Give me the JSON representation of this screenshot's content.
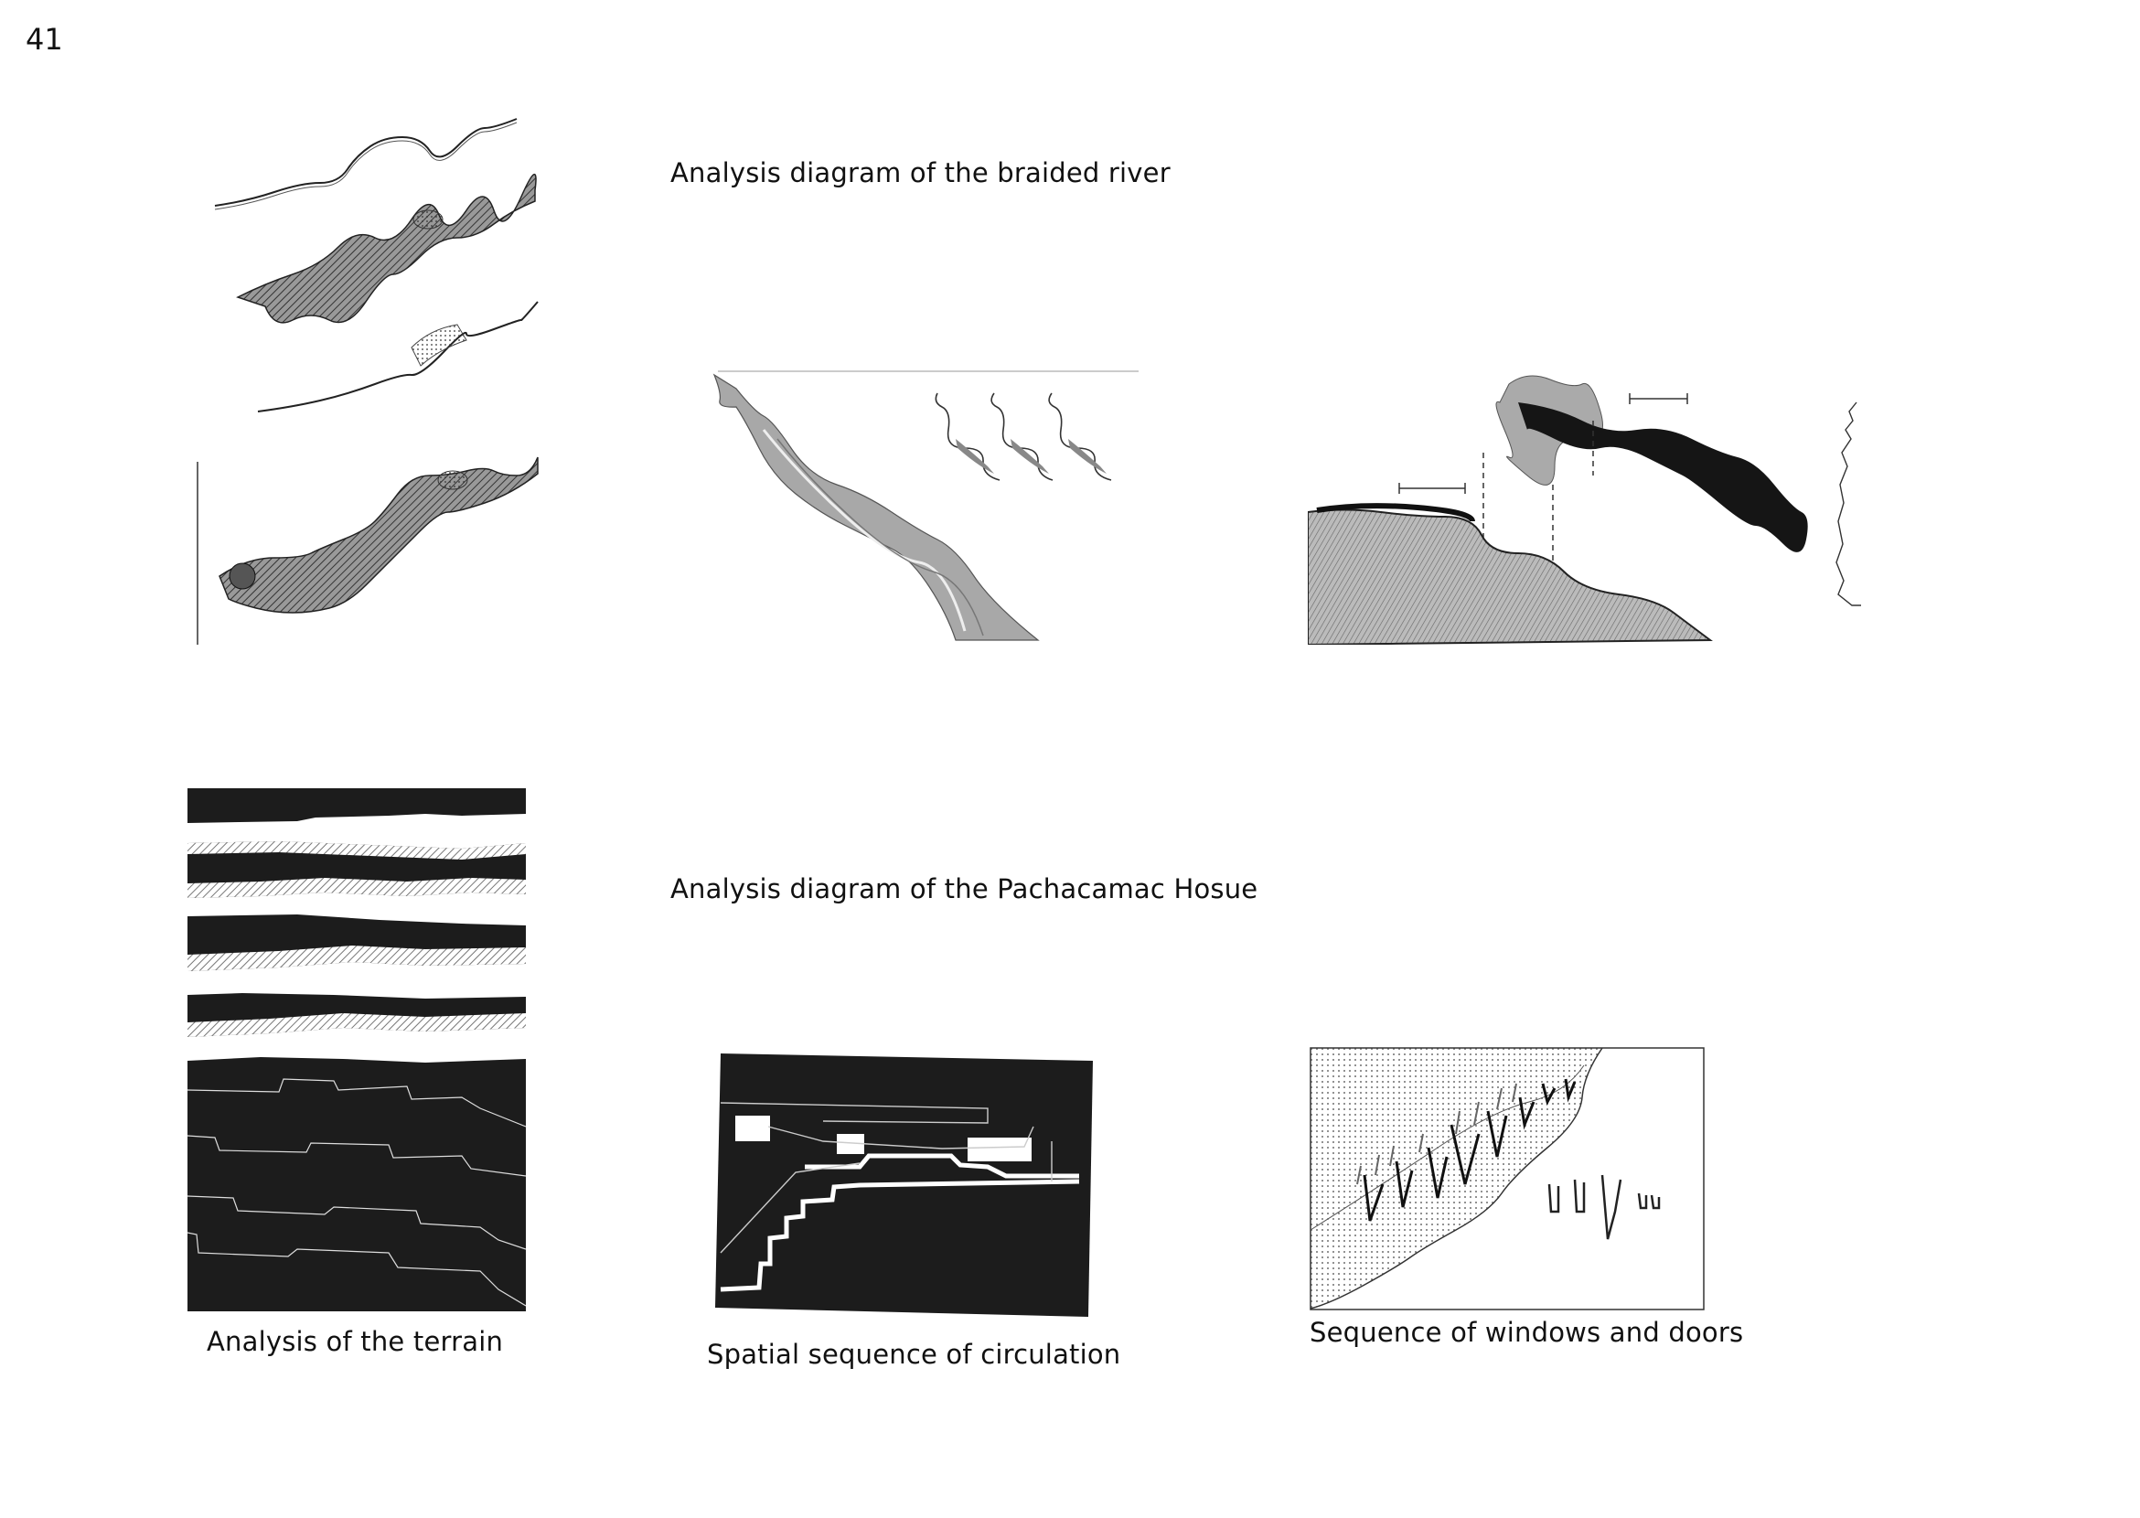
{
  "page": {
    "number": "41"
  },
  "sections": {
    "river": {
      "title": "Analysis diagram of the braided river"
    },
    "house": {
      "title": "Analysis diagram of the Pachacamac Hosue"
    }
  },
  "captions": {
    "terrain": "Analysis of the terrain",
    "circulation": "Spatial sequence of circulation",
    "windows": "Sequence of windows and doors"
  }
}
